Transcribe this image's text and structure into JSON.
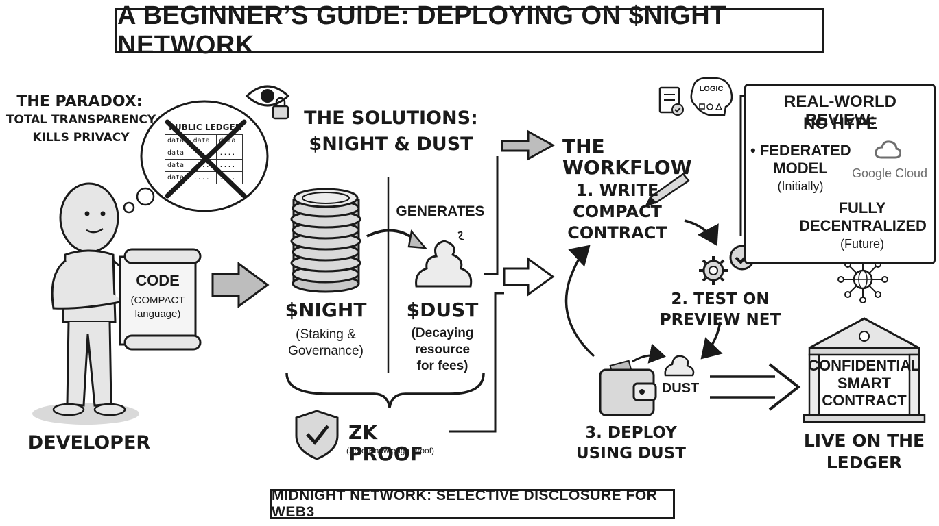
{
  "title": "A BEGINNER’S GUIDE: DEPLOYING ON $NIGHT NETWORK",
  "paradox": {
    "heading": "THE PARADOX:",
    "line1": "TOTAL TRANSPARENCY",
    "line2": "KILLS PRIVACY",
    "ledger_title": "PUBLIC LEDGER",
    "ledger_rows": [
      [
        "data",
        "data",
        "data"
      ],
      [
        "data",
        "",
        "...."
      ],
      [
        "data",
        "....",
        "...."
      ],
      [
        "data",
        "....",
        "...."
      ]
    ]
  },
  "developer": {
    "label": "DEVELOPER",
    "scroll_title": "CODE",
    "scroll_line1": "(COMPACT",
    "scroll_line2": "language)"
  },
  "solutions": {
    "heading_line1": "THE SOLUTIONS:",
    "heading_line2": "$NIGHT & DUST",
    "generates": "GENERATES",
    "night_label": "$NIGHT",
    "night_desc1": "(Staking &",
    "night_desc2": "Governance)",
    "dust_label": "$DUST",
    "dust_desc1": "(Decaying",
    "dust_desc2": "resource",
    "dust_desc3": "for fees)",
    "zk_label": "ZK PROOF",
    "zk_sub": "(Zero-Knowledge Proof)"
  },
  "workflow": {
    "heading": "THE WORKFLOW",
    "logic_label": "LOGIC",
    "step1_line1": "1. WRITE",
    "step1_line2": "COMPACT",
    "step1_line3": "CONTRACT",
    "step2_line1": "2. TEST ON",
    "step2_line2": "PREVIEW NET",
    "step3_line1": "3. DEPLOY",
    "step3_line2": "USING DUST",
    "dust_label": "DUST"
  },
  "result": {
    "contract_line1": "CONFIDENTIAL",
    "contract_line2": "SMART",
    "contract_line3": "CONTRACT",
    "live_line1": "LIVE ON THE",
    "live_line2": "LEDGER"
  },
  "review": {
    "heading_line1": "REAL-WORLD REVIEW:",
    "heading_line2": "NO HYPE",
    "item1_line1": "• FEDERATED",
    "item1_line2": "MODEL",
    "item1_line3": "(Initially)",
    "provider": "Google Cloud",
    "item2_line1": "FULLY",
    "item2_line2": "DECENTRALIZED",
    "item2_line3": "(Future)"
  },
  "footer": "MIDNIGHT NETWORK: SELECTIVE DISCLOSURE FOR WEB3",
  "colors": {
    "ink": "#1a1a1a",
    "fill_gray": "#d9d9d9",
    "arrow_gray": "#bdbdbd",
    "brand_gray": "#6e6e6e"
  }
}
